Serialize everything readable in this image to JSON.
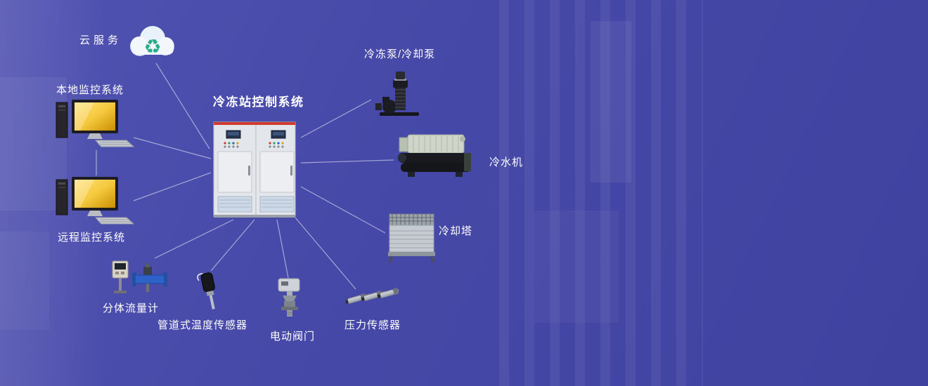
{
  "diagram": {
    "background_color": "#4548a6",
    "line_color": "rgba(240,242,250,0.55)",
    "label_color": "#ffffff",
    "nodes": {
      "cloud": {
        "label": "云服务",
        "icon": "cloud-icon"
      },
      "local": {
        "label": "本地监控系统",
        "icon": "desktop-computer-icon"
      },
      "remote": {
        "label": "远程监控系统",
        "icon": "desktop-computer-icon"
      },
      "cabinet": {
        "label": "冷冻站控制系统",
        "icon": "control-cabinet-icon"
      },
      "pump": {
        "label": "冷冻泵/冷却泵",
        "icon": "vertical-pump-icon"
      },
      "chiller": {
        "label": "冷水机",
        "icon": "chiller-icon"
      },
      "tower": {
        "label": "冷却塔",
        "icon": "cooling-tower-icon"
      },
      "flowmeter": {
        "label": "分体流量计",
        "icon": "flow-meter-icon"
      },
      "tempsensor": {
        "label": "管道式温度传感器",
        "icon": "temperature-sensor-icon"
      },
      "valve": {
        "label": "电动阀门",
        "icon": "electric-valve-icon"
      },
      "pressure": {
        "label": "压力传感器",
        "icon": "pressure-sensor-icon"
      }
    },
    "accent_colors": {
      "cabinet_red_stripe": "#d03b30",
      "monitor_screen_yellow": "#f6c93f",
      "flow_tube_blue": "#2f62c9",
      "recycle_green": "#2aa98b"
    }
  }
}
